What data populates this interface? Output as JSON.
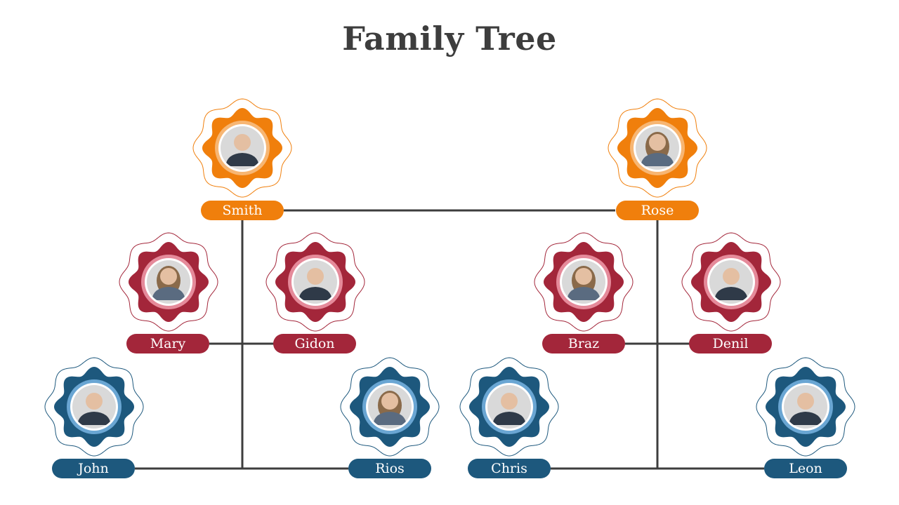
{
  "title": "Family Tree",
  "colors": {
    "orange": "#f07f0c",
    "orange_light": "#f7b673",
    "red": "#a3263a",
    "red_light": "#e58a9a",
    "blue": "#1d587d",
    "blue_light": "#6aa6d3",
    "line": "#3d3d3d"
  },
  "members": [
    {
      "id": "smith",
      "name": "Smith",
      "generation": "parents",
      "icon": "portrait-man-icon"
    },
    {
      "id": "rose",
      "name": "Rose",
      "generation": "parents",
      "icon": "portrait-woman-icon"
    },
    {
      "id": "mary",
      "name": "Mary",
      "generation": "children",
      "icon": "portrait-woman-icon"
    },
    {
      "id": "gidon",
      "name": "Gidon",
      "generation": "children",
      "icon": "portrait-man-icon"
    },
    {
      "id": "braz",
      "name": "Braz",
      "generation": "children",
      "icon": "portrait-woman-icon"
    },
    {
      "id": "denil",
      "name": "Denil",
      "generation": "children",
      "icon": "portrait-man-icon"
    },
    {
      "id": "john",
      "name": "John",
      "generation": "grandchildren",
      "icon": "portrait-man-icon"
    },
    {
      "id": "rios",
      "name": "Rios",
      "generation": "grandchildren",
      "icon": "portrait-woman-icon"
    },
    {
      "id": "chris",
      "name": "Chris",
      "generation": "grandchildren",
      "icon": "portrait-man-icon"
    },
    {
      "id": "leon",
      "name": "Leon",
      "generation": "grandchildren",
      "icon": "portrait-man-icon"
    }
  ]
}
